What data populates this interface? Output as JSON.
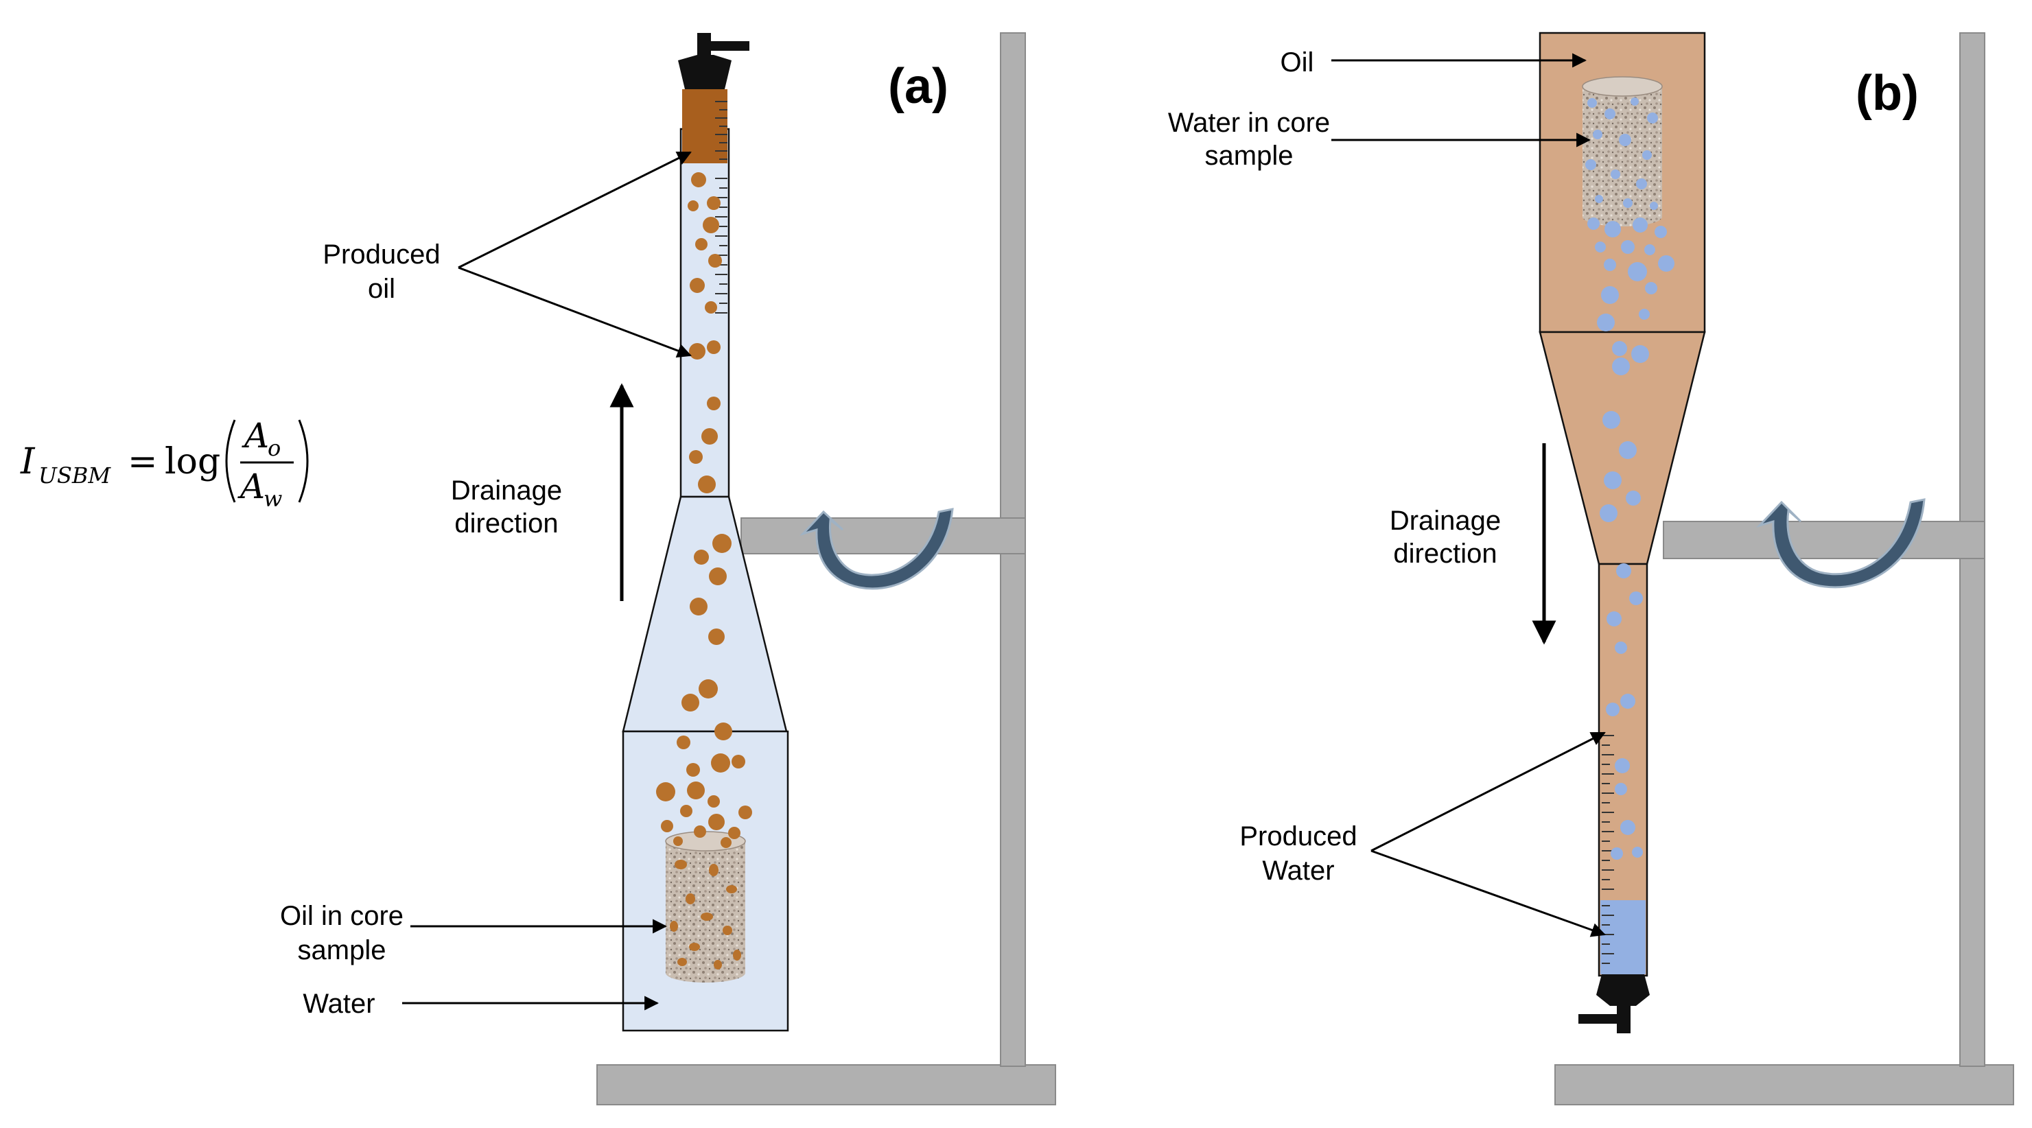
{
  "figure": {
    "equation": {
      "lhs_symbol": "I",
      "lhs_subscript": "USBM",
      "equals": "=",
      "func": "log",
      "numerator_symbol": "A",
      "numerator_subscript": "o",
      "denominator_symbol": "A",
      "denominator_subscript": "w"
    },
    "panel_a": {
      "tag": "(a)",
      "produced_oil_line1": "Produced",
      "produced_oil_line2": "oil",
      "drainage_line1": "Drainage",
      "drainage_line2": "direction",
      "oil_in_core_line1": "Oil in core",
      "oil_in_core_line2": "sample",
      "water_label": "Water"
    },
    "panel_b": {
      "tag": "(b)",
      "oil_label": "Oil",
      "water_in_core_line1": "Water in core",
      "water_in_core_line2": "sample",
      "drainage_line1": "Drainage",
      "drainage_line2": "direction",
      "produced_water_line1": "Produced",
      "produced_water_line2": "Water"
    },
    "colors": {
      "oil_drop": "#B8722C",
      "oil_fill": "#D4A886",
      "water_fill": "#DCE6F4",
      "water_drop": "#93B0E2",
      "stand_gray": "#B0B0B0",
      "rotation_arrow": "#3F5870"
    }
  }
}
